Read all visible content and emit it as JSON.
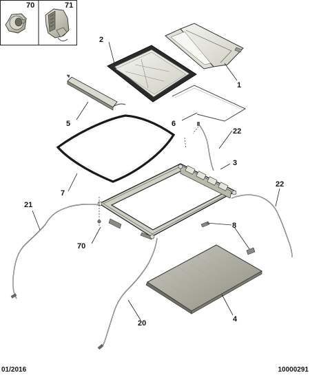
{
  "inset": {
    "items": [
      {
        "number": "70",
        "icon": "nut-icon"
      },
      {
        "number": "71",
        "icon": "clip-icon"
      }
    ]
  },
  "callouts": [
    {
      "id": "1",
      "label": "1"
    },
    {
      "id": "2",
      "label": "2"
    },
    {
      "id": "3",
      "label": "3"
    },
    {
      "id": "4",
      "label": "4"
    },
    {
      "id": "5",
      "label": "5"
    },
    {
      "id": "6",
      "label": "6"
    },
    {
      "id": "7",
      "label": "7"
    },
    {
      "id": "8",
      "label": "8"
    },
    {
      "id": "20",
      "label": "20"
    },
    {
      "id": "21",
      "label": "21"
    },
    {
      "id": "22a",
      "label": "22"
    },
    {
      "id": "22b",
      "label": "22"
    },
    {
      "id": "70",
      "label": "70"
    }
  ],
  "footer": {
    "date_code": "01/2016",
    "doc_number": "10000291"
  }
}
